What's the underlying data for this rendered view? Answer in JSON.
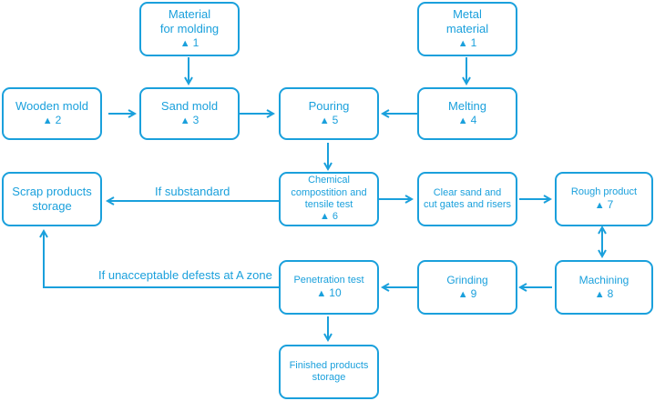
{
  "nodes": {
    "material_molding": {
      "line1": "Material",
      "line2": "for molding",
      "step": "1"
    },
    "metal_material": {
      "line1": "Metal",
      "line2": "material",
      "step": "1"
    },
    "wooden_mold": {
      "line1": "Wooden mold",
      "step": "2"
    },
    "sand_mold": {
      "line1": "Sand mold",
      "step": "3"
    },
    "pouring": {
      "line1": "Pouring",
      "step": "5"
    },
    "melting": {
      "line1": "Melting",
      "step": "4"
    },
    "scrap": {
      "line1": "Scrap products",
      "line2": "storage"
    },
    "chemical": {
      "line1": "Chemical",
      "line2": "compostition and",
      "line3": "tensile test",
      "step": "6"
    },
    "clear_sand": {
      "line1": "Clear sand and",
      "line2": "cut gates and risers"
    },
    "rough": {
      "line1": "Rough product",
      "step": "7"
    },
    "penetration": {
      "line1": "Penetration test",
      "step": "10"
    },
    "grinding": {
      "line1": "Grinding",
      "step": "9"
    },
    "machining": {
      "line1": "Machining",
      "step": "8"
    },
    "finished": {
      "line1": "Finished products",
      "line2": "storage"
    }
  },
  "labels": {
    "if_substandard": "If substandard",
    "if_unacceptable": "If unacceptable defests at A zone"
  },
  "triangle_glyph": "▲",
  "colors": {
    "accent": "#1aa0dc"
  }
}
